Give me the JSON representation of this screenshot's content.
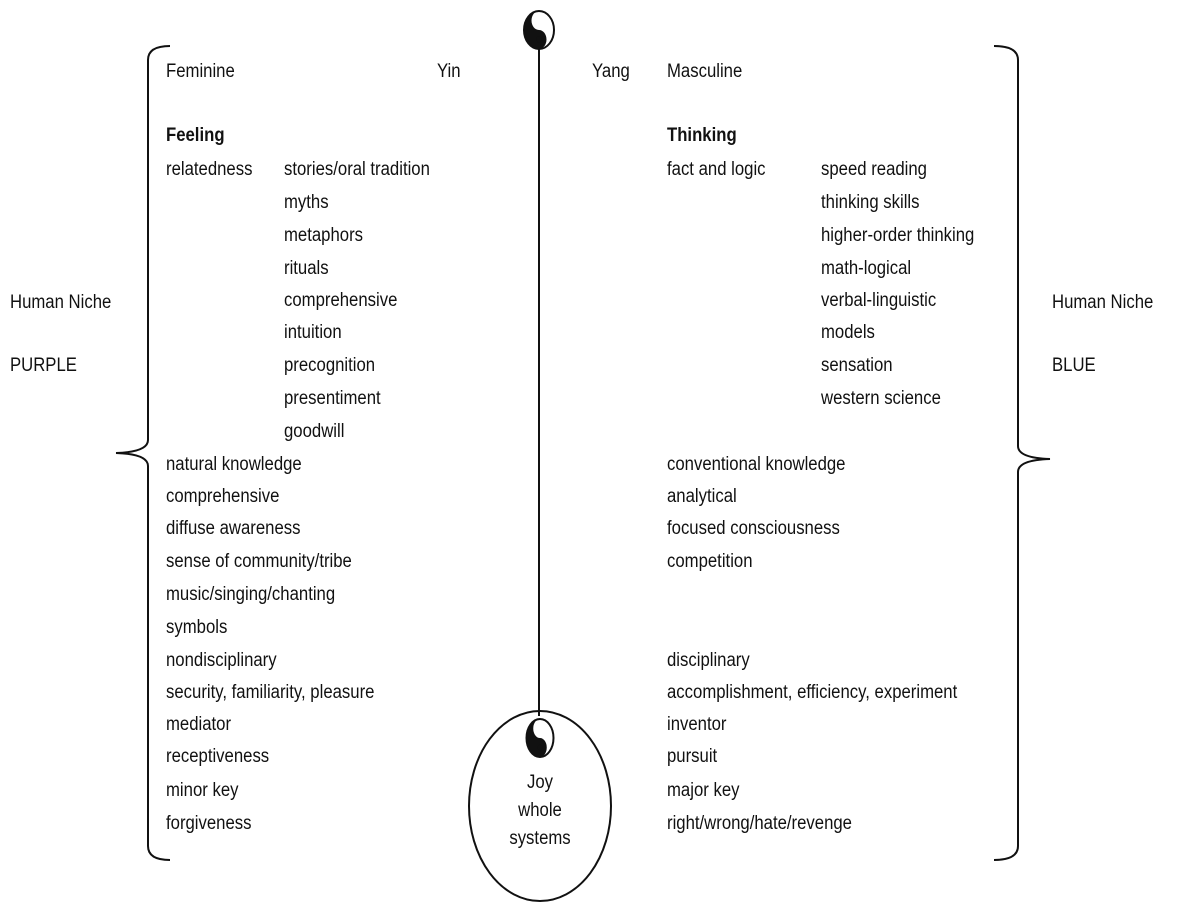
{
  "top_left": {
    "feminine": "Feminine",
    "yin": "Yin"
  },
  "top_right": {
    "yang": "Yang",
    "masculine": "Masculine"
  },
  "left_side": {
    "niche": "Human Niche",
    "color": "PURPLE"
  },
  "right_side": {
    "niche": "Human Niche",
    "color": "BLUE"
  },
  "feeling": {
    "heading": "Feeling",
    "root": "relatedness",
    "items": [
      "stories/oral tradition",
      "myths",
      "metaphors",
      "rituals",
      "comprehensive",
      "intuition",
      "precognition",
      "presentiment",
      "goodwill"
    ]
  },
  "thinking": {
    "heading": "Thinking",
    "root": "fact and logic",
    "items": [
      "speed reading",
      "thinking skills",
      "higher-order thinking",
      "math-logical",
      "verbal-linguistic",
      "models",
      "sensation",
      "western science"
    ]
  },
  "left_list": [
    "natural knowledge",
    "comprehensive",
    "diffuse awareness",
    "sense of community/tribe",
    "music/singing/chanting",
    "symbols",
    "nondisciplinary",
    "security, familiarity, pleasure",
    "mediator",
    "receptiveness",
    "minor key",
    "forgiveness"
  ],
  "right_list_a": [
    "conventional knowledge",
    "analytical",
    "focused consciousness",
    "competition"
  ],
  "right_list_b": [
    "disciplinary",
    "accomplishment, efficiency, experiment",
    "inventor",
    "pursuit",
    "major key",
    "right/wrong/hate/revenge"
  ],
  "center": {
    "line1": "Joy",
    "line2": "whole",
    "line3": "systems"
  },
  "icons": {
    "top": "yin-yang-icon",
    "center": "yin-yang-icon"
  },
  "colors": {
    "ink": "#111111",
    "background": "#ffffff"
  }
}
